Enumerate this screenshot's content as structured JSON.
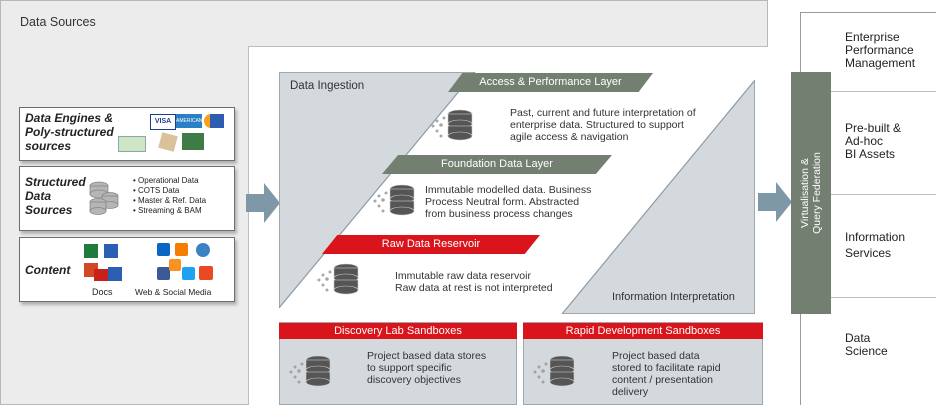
{
  "data_sources": {
    "title": "Data Sources",
    "engines": {
      "title_lines": [
        "Data Engines &",
        "Poly-structured",
        "sources"
      ],
      "cards": [
        "VISA",
        "AMERICAN",
        "M",
        ""
      ]
    },
    "structured": {
      "title_lines": [
        "Structured",
        "Data",
        "Sources"
      ],
      "bullets": [
        "Operational Data",
        "COTS Data",
        "Master & Ref. Data",
        "Streaming & BAM"
      ]
    },
    "content": {
      "title": "Content",
      "docs_label": "Docs",
      "web_label": "Web & Social Media"
    }
  },
  "ingestion": {
    "title": "Data Ingestion",
    "interpretation_label": "Information Interpretation",
    "access_layer": {
      "label": "Access & Performance Layer",
      "desc_lines": [
        "Past, current and future interpretation of",
        "enterprise data.  Structured to support",
        "agile access & navigation"
      ]
    },
    "foundation_layer": {
      "label": "Foundation Data Layer",
      "desc_lines": [
        "Immutable modelled data. Business",
        "Process Neutral form.  Abstracted",
        "from business process changes"
      ]
    },
    "raw_reservoir": {
      "label": "Raw Data Reservoir",
      "desc_lines": [
        "Immutable raw data reservoir",
        "Raw data at rest is not interpreted"
      ]
    }
  },
  "sandboxes": {
    "discovery": {
      "label": "Discovery Lab Sandboxes",
      "desc_lines": [
        "Project based data stores",
        "to support specific",
        "discovery objectives"
      ]
    },
    "rapid": {
      "label": "Rapid Development Sandboxes",
      "desc_lines": [
        "Project based data",
        "stored to facilitate rapid",
        "content / presentation",
        "delivery"
      ]
    }
  },
  "virtualisation": {
    "lines": [
      "Virtualisation &",
      "Query Federation"
    ]
  },
  "consumers": [
    {
      "lines": [
        "Enterprise",
        "Performance",
        "Management"
      ]
    },
    {
      "lines": [
        "Pre-built &",
        "Ad-hoc",
        "BI Assets"
      ]
    },
    {
      "lines": [
        "Information",
        "Services"
      ]
    },
    {
      "lines": [
        "Data",
        "Science"
      ]
    }
  ],
  "colors": {
    "panel_bg": "#ececec",
    "grey_banner": "#737f71",
    "red_banner": "#d9141b",
    "arrow": "#7f98a8",
    "virt_bar": "#737f71"
  }
}
